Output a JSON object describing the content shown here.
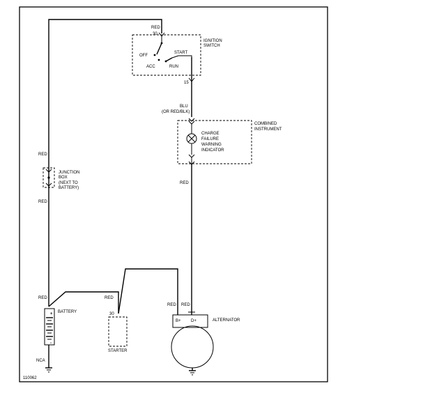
{
  "figure_id": "110062",
  "ignition_switch": {
    "name_line1": "IGNITION",
    "name_line2": "SWITCH",
    "terminal_in": "30",
    "terminal_out": "15",
    "pos_off": "OFF",
    "pos_start": "START",
    "pos_acc": "ACC",
    "pos_run": "RUN"
  },
  "instrument": {
    "name_line1": "COMBINED",
    "name_line2": "INSTRUMENT",
    "lamp_line1": "CHARGE",
    "lamp_line2": "FAILURE",
    "lamp_line3": "WARNING",
    "lamp_line4": "INDICATOR"
  },
  "junction_box": {
    "line1": "JUNCTION",
    "line2": "BOX",
    "line3": "(NEXT TO",
    "line4": "BATTERY)"
  },
  "battery": {
    "name": "BATTERY",
    "plus": "+",
    "minus": "-",
    "ground_label": "NCA"
  },
  "starter": {
    "name": "STARTER",
    "terminal": "30"
  },
  "alternator": {
    "name": "ALTERNATOR",
    "terminal_bplus": "B+",
    "terminal_dplus": "D+"
  },
  "wires": {
    "red_top": "RED",
    "red_left_upper": "RED",
    "red_left_lower": "RED",
    "red_battery": "RED",
    "red_starter": "RED",
    "red_alt_b": "RED",
    "red_alt_d": "RED",
    "red_mid": "RED",
    "blu": "BLU",
    "blu_alt": "(OR RED/BLK)"
  }
}
